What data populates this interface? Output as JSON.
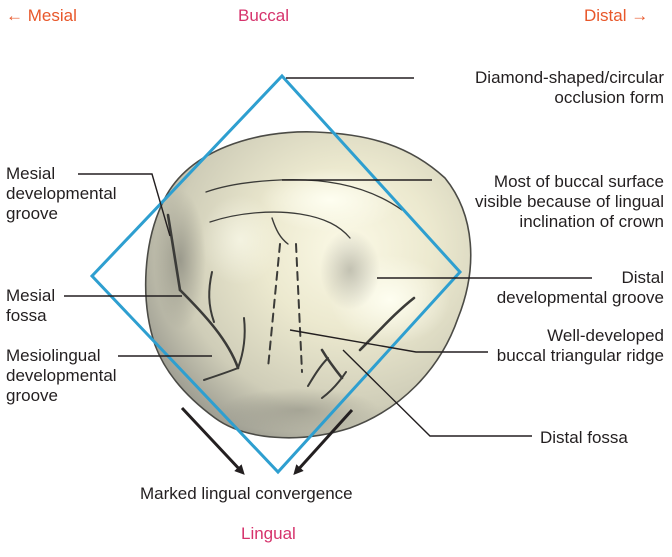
{
  "orientation": {
    "mesial": "← Mesial",
    "buccal": "Buccal",
    "distal": "Distal →",
    "lingual": "Lingual"
  },
  "colors": {
    "orientation_side": "#e8572a",
    "orientation_axis": "#d6336c",
    "outline": "#2e9fd0",
    "leader": "#231f20",
    "tooth_light": "#f4f1dc",
    "tooth_shadow": "#8c8c84"
  },
  "labels": {
    "occlusion_form": "Diamond-shaped/circular\nocclusion form",
    "buccal_surface": "Most of buccal surface\nvisible because of lingual\ninclination of crown",
    "distal_groove": "Distal\ndevelopmental groove",
    "triangular_ridge": "Well-developed\nbuccal triangular ridge",
    "distal_fossa": "Distal fossa",
    "mesial_groove": "Mesial\ndevelopmental\ngroove",
    "mesial_fossa": "Mesial\nfossa",
    "mesiolingual_groove": "Mesiolingual\ndevelopmental\ngroove",
    "convergence": "Marked lingual convergence"
  }
}
